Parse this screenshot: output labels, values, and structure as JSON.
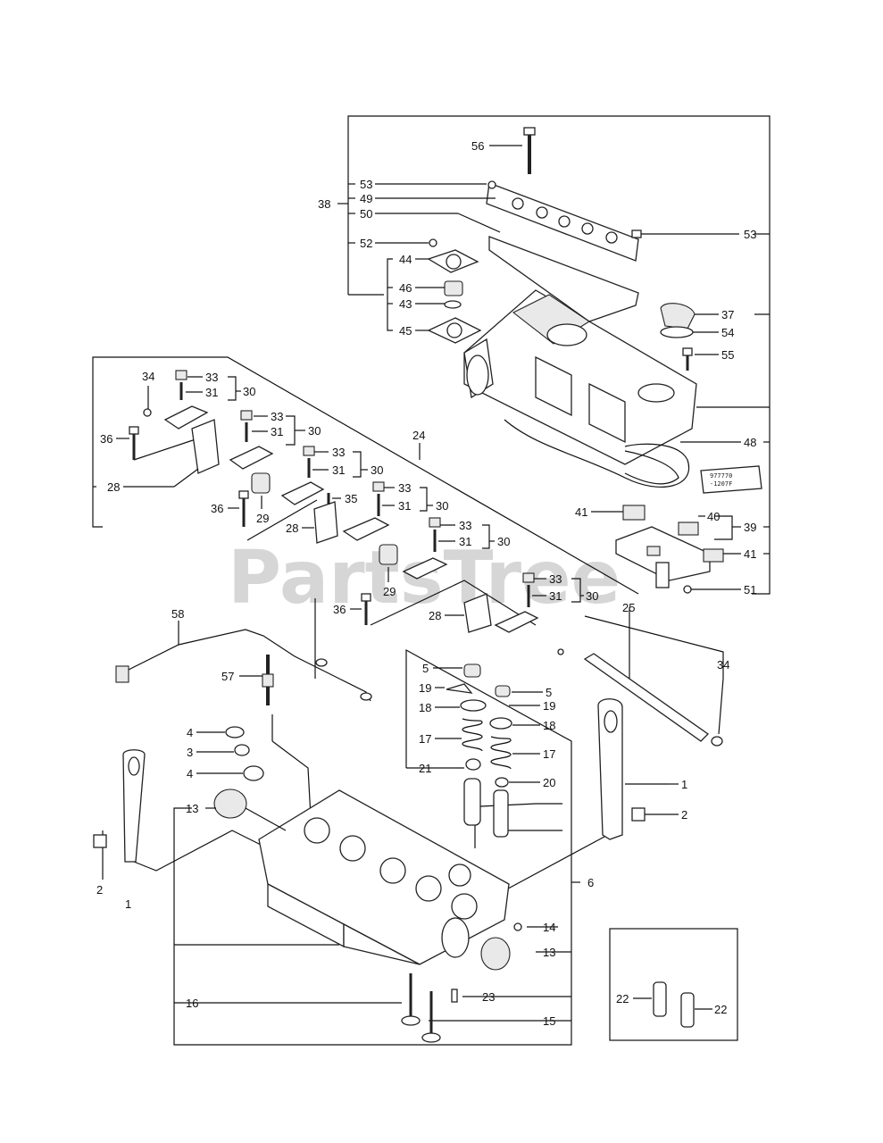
{
  "watermark": "PartsTree",
  "tube_label": [
    "977770",
    "-1207F"
  ],
  "callouts": {
    "c56": "56",
    "c53a": "53",
    "c49": "49",
    "c50": "50",
    "c38": "38",
    "c53b": "53",
    "c52": "52",
    "c44": "44",
    "c46": "46",
    "c43": "43",
    "c45": "45",
    "c37": "37",
    "c54": "54",
    "c55": "55",
    "c48": "48",
    "c40": "40",
    "c39": "39",
    "c41a": "41",
    "c41b": "41",
    "c51": "51",
    "c24": "24",
    "c34a": "34",
    "c33a": "33",
    "c31a": "31",
    "c30a": "30",
    "c36a": "36",
    "c28a": "28",
    "c33b": "33",
    "c31b": "31",
    "c30b": "30",
    "c33c": "33",
    "c31c": "31",
    "c30c": "30",
    "c35": "35",
    "c36b": "36",
    "c29a": "29",
    "c28b": "28",
    "c33d": "33",
    "c31d": "31",
    "c30d": "30",
    "c33e": "33",
    "c31e": "31",
    "c30e": "30",
    "c29b": "29",
    "c33f": "33",
    "c31f": "31",
    "c30f": "30",
    "c36c": "36",
    "c28c": "28",
    "c25": "25",
    "c34b": "34",
    "c58": "58",
    "c57": "57",
    "c5a": "5",
    "c19a": "19",
    "c5b": "5",
    "c18a": "18",
    "c19b": "19",
    "c18b": "18",
    "c17a": "17",
    "c17b": "17",
    "c21": "21",
    "c20": "20",
    "c4a": "4",
    "c3": "3",
    "c4b": "4",
    "c13a": "13",
    "c1a": "1",
    "c2a": "2",
    "c2b": "2",
    "c1b": "1",
    "c6": "6",
    "c14": "14",
    "c13b": "13",
    "c16": "16",
    "c23": "23",
    "c15": "15",
    "c22a": "22",
    "c22b": "22"
  }
}
